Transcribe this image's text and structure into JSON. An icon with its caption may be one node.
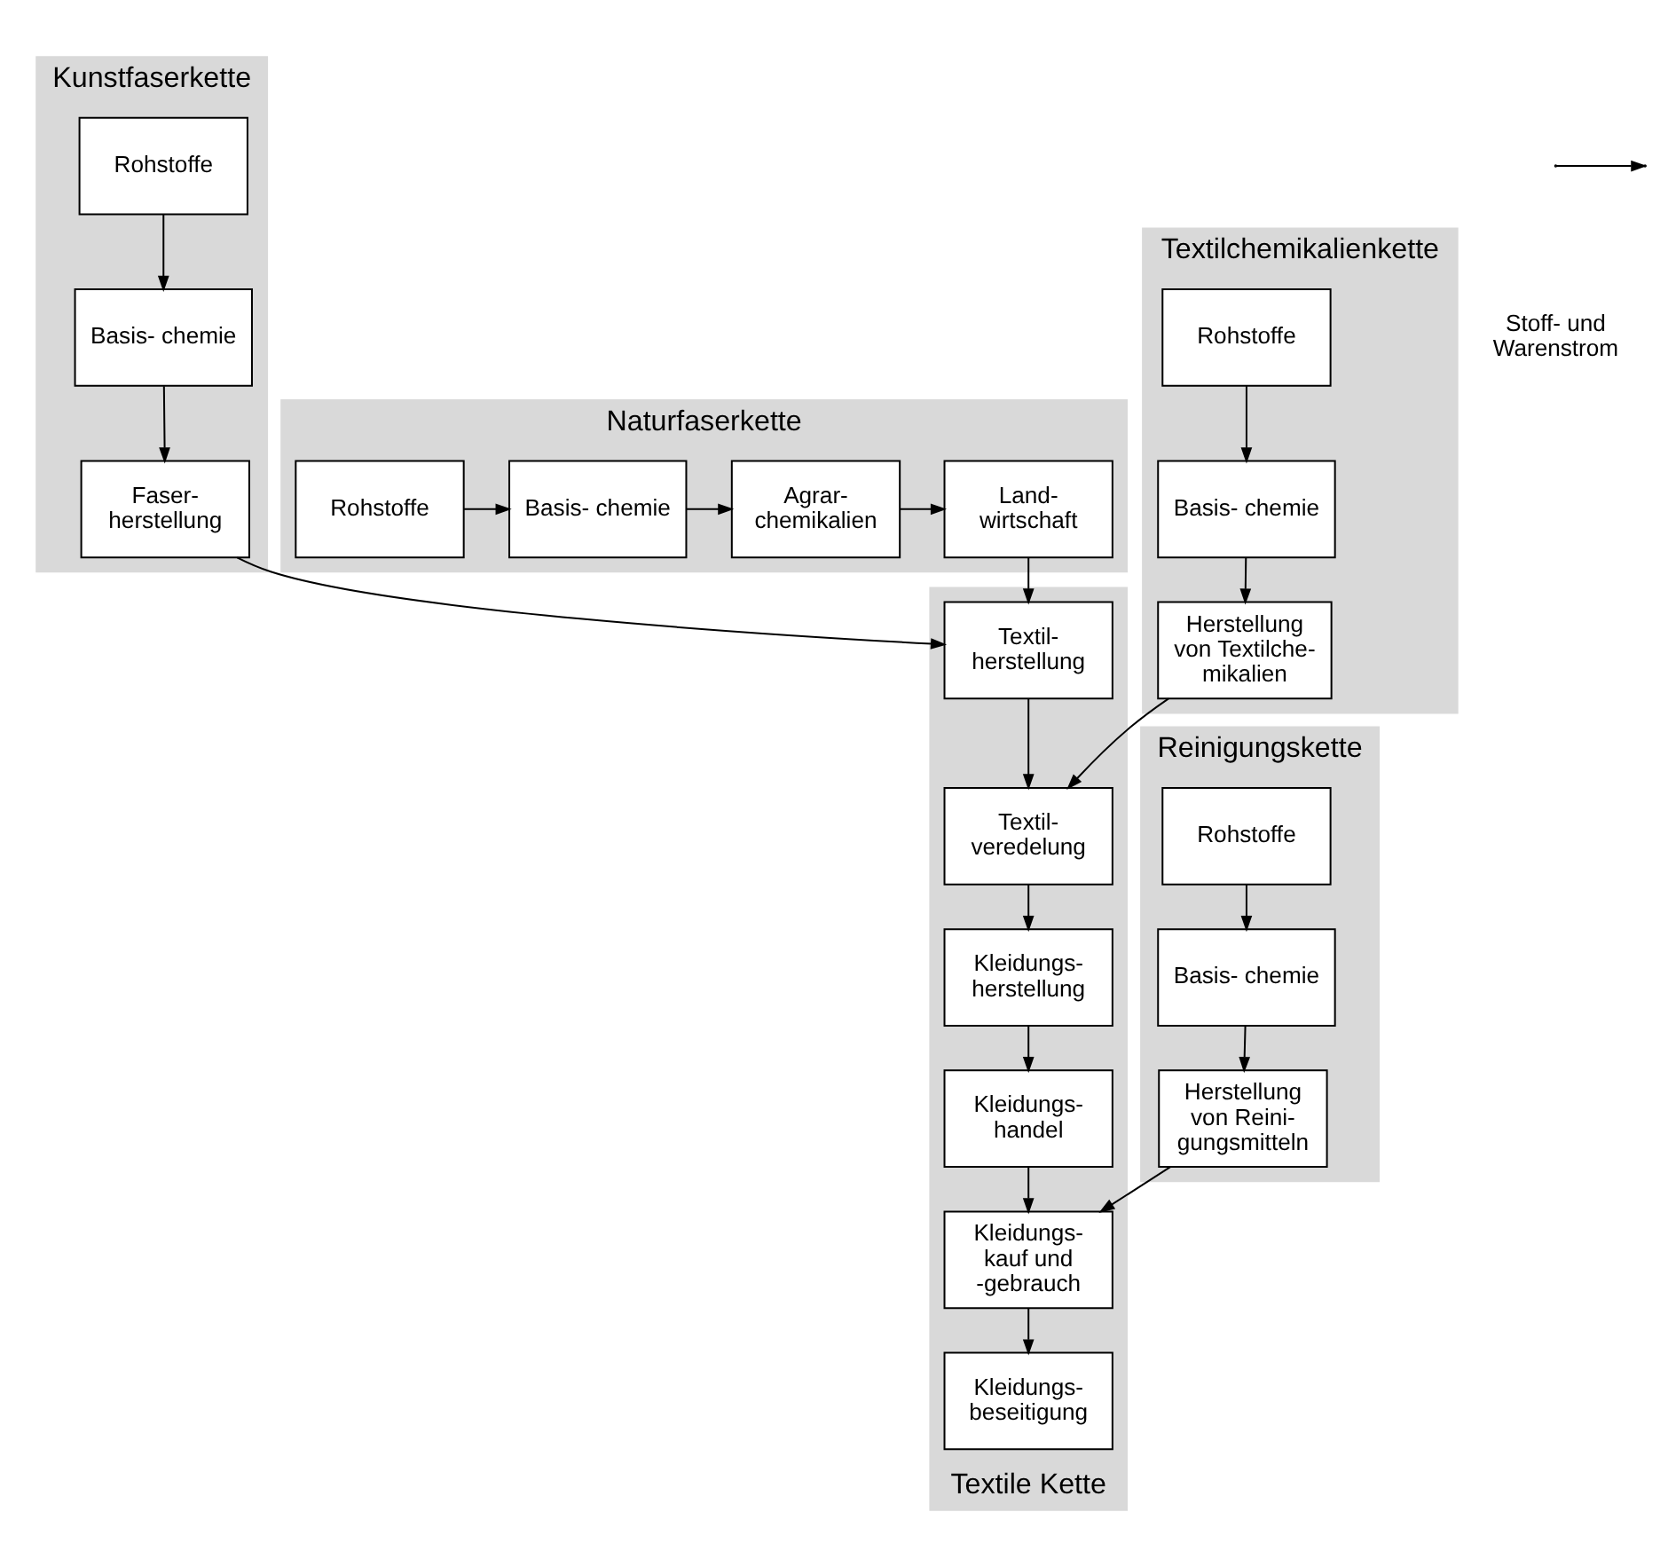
{
  "diagram": {
    "nodes": [
      {
        "text": [
          "Kunstfaserkette"
        ]
      },
      {
        "text": [
          "Rohstoffe"
        ],
        "in": 0
      },
      {
        "text": [
          "Basis- chemie"
        ],
        "in": 0
      },
      {
        "text": [
          "Faser- herstellung"
        ],
        "in": 0
      },
      {
        "text": [
          "Naturfaserkette"
        ]
      },
      {
        "text": [
          "Land- wirtschaft"
        ],
        "in": 4
      },
      {
        "text": [
          "Agrar- chemikalien"
        ],
        "in": 4
      },
      {
        "text": [
          "Basis- chemie"
        ],
        "in": 4
      },
      {
        "text": [
          "Rohstoffe"
        ],
        "in": 4
      },
      {
        "text": [
          "Textile Kette"
        ]
      },
      {
        "text": [
          "Textil- herstellung"
        ],
        "in": 9
      },
      {
        "text": [
          "Textil- veredelung"
        ],
        "in": 9
      },
      {
        "text": [
          "Kleidungs- herstellung"
        ],
        "in": 9
      },
      {
        "text": [
          "Kleidungs- handel"
        ],
        "in": 9
      },
      {
        "text": [
          "Kleidungs- kauf und -gebrauch"
        ],
        "in": 9
      },
      {
        "text": [
          "Kleidungs- beseitigung"
        ],
        "in": 9
      },
      {
        "text": [
          "Textilchemikalienkette"
        ]
      },
      {
        "text": [
          "Rohstoffe"
        ],
        "in": 16
      },
      {
        "text": [
          "Basis- chemie"
        ],
        "in": 16
      },
      {
        "text": [
          "Herstellung von Textilche- mikalien"
        ],
        "in": 16
      },
      {
        "text": [
          "Reinigungskette"
        ]
      },
      {
        "text": [
          "Rohstoffe"
        ],
        "in": 20
      },
      {
        "text": [
          "Basis- chemie"
        ],
        "in": 20
      },
      {
        "text": [
          "Herstellung von Reini- gungsmitteln"
        ],
        "in": 20
      }
    ],
    "edges": [
      {
        "from": 1,
        "to": 2,
        "arrow": "to"
      },
      {
        "from": 2,
        "to": 3,
        "arrow": "to"
      },
      {
        "from": 3,
        "to": 10,
        "arrow": "to"
      },
      {
        "from": 8,
        "to": 7,
        "arrow": "to"
      },
      {
        "from": 7,
        "to": 6,
        "arrow": "to"
      },
      {
        "from": 6,
        "to": 5,
        "arrow": "to"
      },
      {
        "from": 5,
        "to": 10,
        "arrow": "to"
      },
      {
        "from": 10,
        "to": 11,
        "arrow": "to"
      },
      {
        "from": 11,
        "to": 12,
        "arrow": "to"
      },
      {
        "from": 12,
        "to": 13,
        "arrow": "to"
      },
      {
        "from": 13,
        "to": 14,
        "arrow": "to"
      },
      {
        "from": 14,
        "to": 15,
        "arrow": "to"
      },
      {
        "from": 17,
        "to": 18,
        "arrow": "to"
      },
      {
        "from": 18,
        "to": 19,
        "arrow": "to"
      },
      {
        "from": 19,
        "to": 11,
        "arrow": "to"
      },
      {
        "from": 21,
        "to": 22,
        "arrow": "to"
      },
      {
        "from": 22,
        "to": 23,
        "arrow": "to"
      },
      {
        "from": 23,
        "to": 14,
        "arrow": "to"
      }
    ],
    "legend": [
      {
        "text": "Stoff- und Warenstrom"
      }
    ]
  }
}
